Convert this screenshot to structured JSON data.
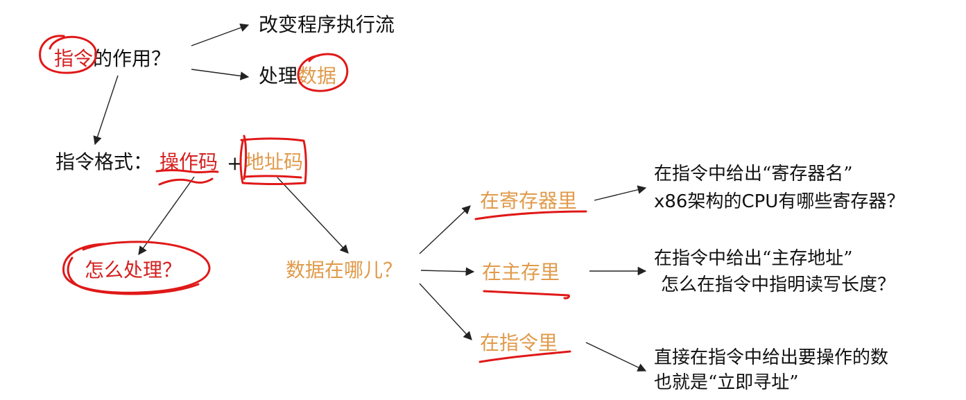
{
  "nodes": {
    "role_keyword": "指令",
    "role_rest": "的作用？",
    "change_flow": "改变程序执行流",
    "process_prefix": "处理",
    "process_data": "数据",
    "format_label": "指令格式：",
    "opcode": "操作码",
    "plus": "+",
    "address_code": "地址码",
    "how_process": "怎么处理？",
    "where_data": "数据在哪儿？",
    "in_register": "在寄存器里",
    "in_memory": "在主存里",
    "in_instruction": "在指令里",
    "register_line1": "在指令中给出“寄存器名”",
    "register_line2": "x86架构的CPU有哪些寄存器？",
    "memory_line1": "在指令中给出“主存地址”",
    "memory_line2": "怎么在指令中指明读写长度？",
    "immediate_line1": "直接在指令中给出要操作的数",
    "immediate_line2": "也就是“立即寻址”"
  },
  "colors": {
    "text": "#111111",
    "red": "#d42020",
    "orange": "#e09a4a",
    "pen": "#e01818",
    "arrow": "#222222"
  }
}
